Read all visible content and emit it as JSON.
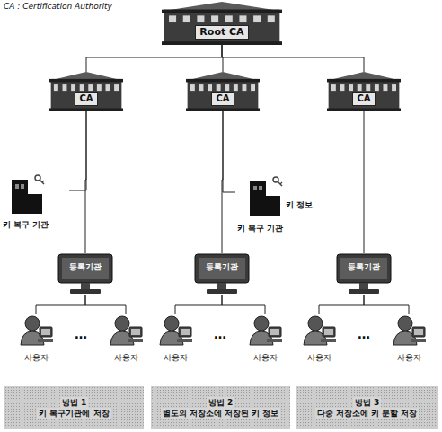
{
  "diagram": {
    "nodes": [
      {
        "text": [
          "Root CA"
        ]
      },
      {
        "text": [
          "CA"
        ]
      },
      {
        "text": [
          "CA"
        ]
      },
      {
        "text": [
          "CA"
        ]
      },
      {
        "text": [
          "키 복구 기관"
        ]
      },
      {
        "text": [
          "키 정보",
          "키 복구 기관"
        ]
      },
      {
        "text": [
          "등록기관"
        ]
      },
      {
        "text": [
          "등록기관"
        ]
      },
      {
        "text": [
          "등록기관"
        ]
      },
      {
        "text": [
          "사용자"
        ]
      },
      {
        "text": [
          "사용자"
        ]
      },
      {
        "text": [
          "사용자"
        ]
      },
      {
        "text": [
          "사용자"
        ]
      },
      {
        "text": [
          "사용자"
        ]
      },
      {
        "text": [
          "사용자"
        ]
      },
      {
        "text": [
          "방법 1",
          "키 복구기관에 저장"
        ]
      },
      {
        "text": [
          "방법 2",
          "별도의 저장소에 저장된 키 정보"
        ]
      },
      {
        "text": [
          "방법 3",
          "다중 저장소에 키 분할 저장"
        ]
      }
    ],
    "edges": [
      {
        "from": 0,
        "to": 1,
        "arrow": "none"
      },
      {
        "from": 0,
        "to": 2,
        "arrow": "none"
      },
      {
        "from": 0,
        "to": 3,
        "arrow": "none"
      },
      {
        "from": 1,
        "to": 4,
        "arrow": "none"
      },
      {
        "from": 2,
        "to": 5,
        "arrow": "none"
      },
      {
        "from": 1,
        "to": 6,
        "arrow": "none"
      },
      {
        "from": 2,
        "to": 7,
        "arrow": "none"
      },
      {
        "from": 3,
        "to": 8,
        "arrow": "none"
      },
      {
        "from": 6,
        "to": 9,
        "arrow": "none"
      },
      {
        "from": 6,
        "to": 10,
        "arrow": "none"
      },
      {
        "from": 7,
        "to": 11,
        "arrow": "none"
      },
      {
        "from": 7,
        "to": 12,
        "arrow": "none"
      },
      {
        "from": 8,
        "to": 13,
        "arrow": "none"
      },
      {
        "from": 8,
        "to": 14,
        "arrow": "none"
      }
    ],
    "labels": [
      "CA : Certification Authority",
      "…",
      "…",
      "…"
    ]
  }
}
